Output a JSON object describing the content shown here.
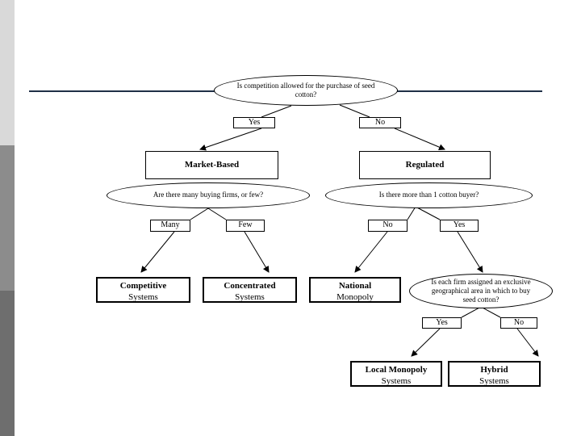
{
  "theme": {
    "band_colors": [
      "#ffffff",
      "#b3b3b3",
      "#8c8c8c",
      "#6e6e6e"
    ],
    "rule_color": "#1f3047",
    "line_color": "#000000"
  },
  "root_question": "Is competition allowed for the purchase of seed cotton?",
  "root_answers": {
    "yes": "Yes",
    "no": "No"
  },
  "branches": {
    "left": {
      "heading": "Market-Based",
      "question": "Are there many buying firms, or few?",
      "answers": {
        "many": "Many",
        "few": "Few"
      },
      "results": [
        {
          "line1": "Competitive",
          "line2": "Systems"
        },
        {
          "line1": "Concentrated",
          "line2": "Systems"
        }
      ]
    },
    "right": {
      "heading": "Regulated",
      "question": "Is there more than 1 cotton buyer?",
      "answers": {
        "no": "No",
        "yes": "Yes"
      },
      "result_no": {
        "line1": "National",
        "line2": "Monopoly"
      },
      "sub_question": "Is each firm assigned an exclusive geographical area in which to buy seed cotton?",
      "sub_answers": {
        "yes": "Yes",
        "no": "No"
      },
      "sub_results": [
        {
          "line1": "Local Monopoly",
          "line2": "Systems"
        },
        {
          "line1": "Hybrid",
          "line2": "Systems"
        }
      ]
    }
  }
}
